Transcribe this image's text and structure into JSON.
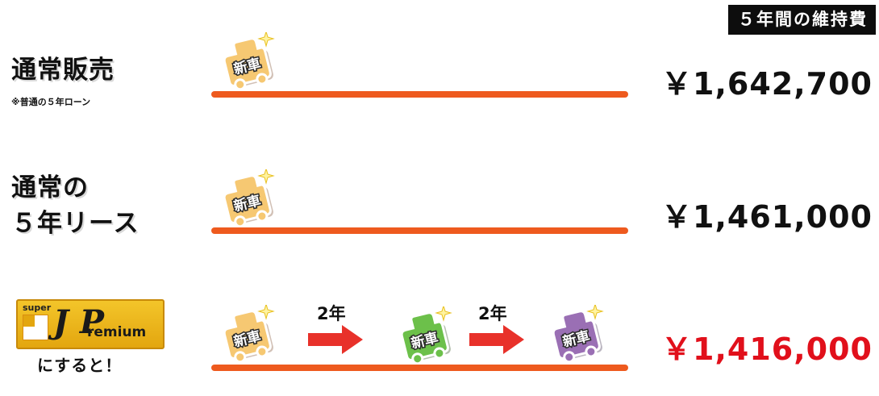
{
  "header": {
    "title": "５年間の維持費"
  },
  "rows": [
    {
      "title_lines": [
        "通常販売"
      ],
      "note": "※普通の５年ローン",
      "price": "￥1,642,700",
      "price_color": "#111111"
    },
    {
      "title_lines": [
        "通常の",
        "５年リース"
      ],
      "price": "￥1,461,000",
      "price_color": "#111111"
    },
    {
      "logo": {
        "super": "super",
        "jp": "J P",
        "premium": "remium"
      },
      "caption": "にすると！",
      "price": "￥1,416,000",
      "price_color": "#e1101b"
    }
  ],
  "car_label": "新車",
  "interval_label": "2年",
  "colors": {
    "timeline": "#ee5a1e",
    "car_orange": "#f6c872",
    "car_green": "#6cc04a",
    "car_purple": "#9a6fb4",
    "arrow": "#e8312a"
  }
}
